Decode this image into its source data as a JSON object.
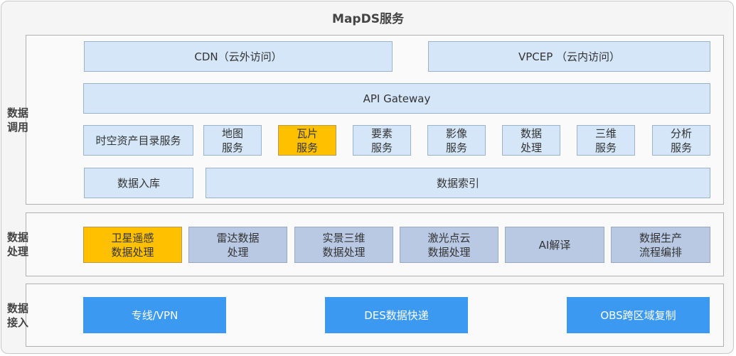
{
  "title": "MapDS服务",
  "sections": {
    "invoke": {
      "label": "数据调用"
    },
    "process": {
      "label": "数据处理"
    },
    "ingest": {
      "label": "数据接入"
    }
  },
  "invoke": {
    "cdn": "CDN（云外访问）",
    "vpcep": "VPCEP （云内访问）",
    "gateway": "API Gateway",
    "services": [
      "时空资产目录服务",
      "地图服务",
      "瓦片服务",
      "要素服务",
      "影像服务",
      "数据处理",
      "三维服务",
      "分析服务"
    ],
    "storage": "数据入库",
    "index": "数据索引"
  },
  "process": {
    "items": [
      "卫星遥感数据处理",
      "雷达数据处理",
      "实景三维数据处理",
      "激光点云数据处理",
      "AI解译",
      "数据生产流程编排"
    ]
  },
  "ingest": {
    "items": [
      "专线/VPN",
      "DES数据快递",
      "OBS跨区域复制"
    ]
  },
  "colors": {
    "light_box": "#d4e6f8",
    "mid_box": "#b9c9e4",
    "highlight": "#ffc000",
    "ingest_box": "#3b99f2"
  }
}
